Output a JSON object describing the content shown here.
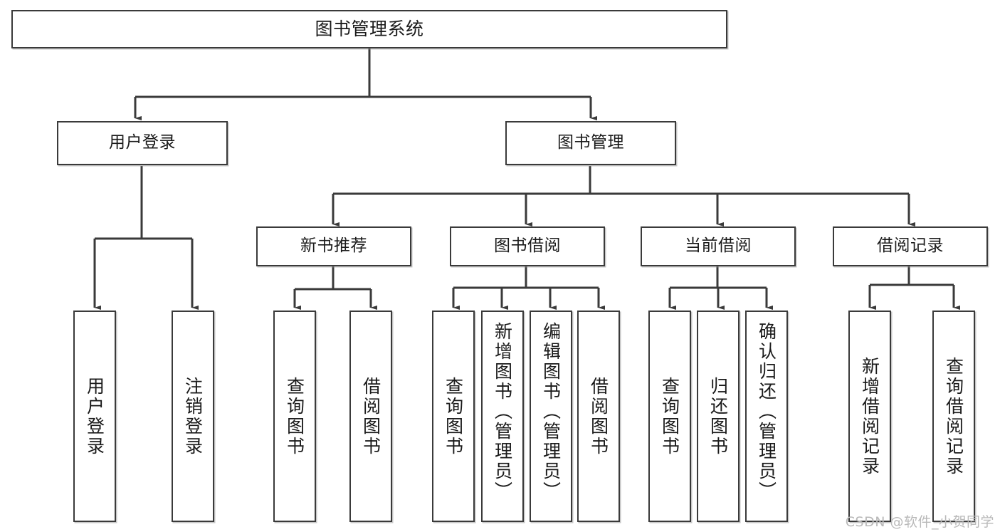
{
  "diagram": {
    "type": "tree-hierarchy-chart",
    "title": "图书管理系统",
    "root": {
      "id": "root",
      "label": "图书管理系统"
    },
    "level2": [
      {
        "id": "user-login",
        "label": "用户登录"
      },
      {
        "id": "book-management",
        "label": "图书管理"
      }
    ],
    "level3": [
      {
        "id": "new-book-recommend",
        "label": "新书推荐"
      },
      {
        "id": "book-borrow",
        "label": "图书借阅"
      },
      {
        "id": "current-borrow",
        "label": "当前借阅"
      },
      {
        "id": "borrow-record",
        "label": "借阅记录"
      }
    ],
    "leaves": {
      "user_login": [
        {
          "id": "leaf-user-login",
          "label": "用户登录"
        },
        {
          "id": "leaf-logout-login",
          "label": "注销登录"
        }
      ],
      "new_book_recommend": [
        {
          "id": "leaf-query-book-1",
          "label": "查询图书"
        },
        {
          "id": "leaf-borrow-book-1",
          "label": "借阅图书"
        }
      ],
      "book_borrow": [
        {
          "id": "leaf-query-book-2",
          "label": "查询图书"
        },
        {
          "id": "leaf-add-book-admin",
          "label": "新增图书（管理员）"
        },
        {
          "id": "leaf-edit-book-admin",
          "label": "编辑图书（管理员）"
        },
        {
          "id": "leaf-borrow-book-2",
          "label": "借阅图书"
        }
      ],
      "current_borrow": [
        {
          "id": "leaf-query-book-3",
          "label": "查询图书"
        },
        {
          "id": "leaf-return-book",
          "label": "归还图书"
        },
        {
          "id": "leaf-confirm-return-admin",
          "label": "确认归还（管理员）"
        }
      ],
      "borrow_record": [
        {
          "id": "leaf-add-borrow-record",
          "label": "新增借阅记录"
        },
        {
          "id": "leaf-query-borrow-record",
          "label": "查询借阅记录"
        }
      ]
    },
    "watermark": "CSDN @软件_小贺同学",
    "colors": {
      "stroke": "#3a3a3a",
      "fill": "#ffffff",
      "text": "#1a1a1a",
      "watermark": "#b9b9b9"
    }
  }
}
